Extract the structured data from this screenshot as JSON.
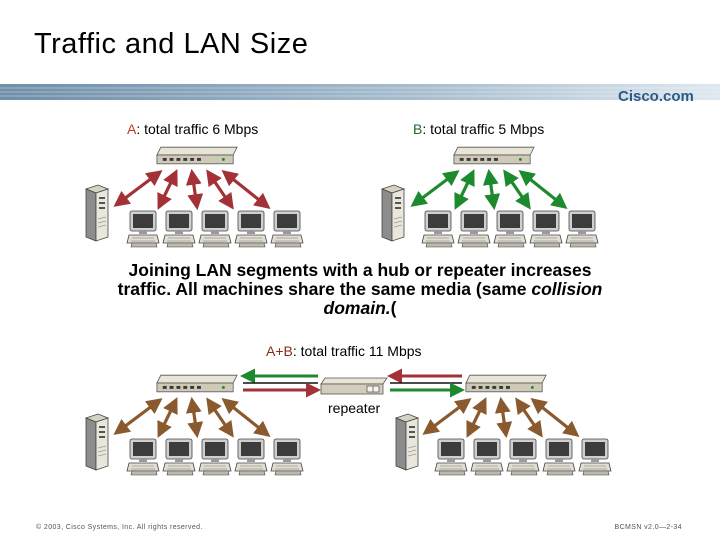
{
  "title": "Traffic and LAN Size",
  "logo": "Cisco.com",
  "caption_a": {
    "letter": "A",
    "text": ":  total traffic 6 Mbps"
  },
  "caption_b": {
    "letter": "B",
    "text": ":  total traffic 5 Mbps"
  },
  "main_text": {
    "line1": "Joining LAN segments with a hub or repeater increases",
    "line2": "traffic. All machines share the same media (same ",
    "line2_em": "collision",
    "line3_em": "domain.",
    "line3_tail": "("
  },
  "caption_ab": {
    "letter": "A+B",
    "text": ":  total traffic 11 Mbps"
  },
  "repeater_label": "repeater",
  "footer_left": "© 2003, Cisco Systems, Inc. All rights reserved.",
  "footer_right": "BCMSN v2.0—2-34",
  "colors": {
    "band": "#9bb3c7",
    "arrow_a": "#a33238",
    "arrow_b": "#1e8a2e",
    "arrow_ab": "#8a5a2e"
  },
  "icons": [
    "hub-icon",
    "server-icon",
    "workstation-icon",
    "repeater-icon"
  ]
}
